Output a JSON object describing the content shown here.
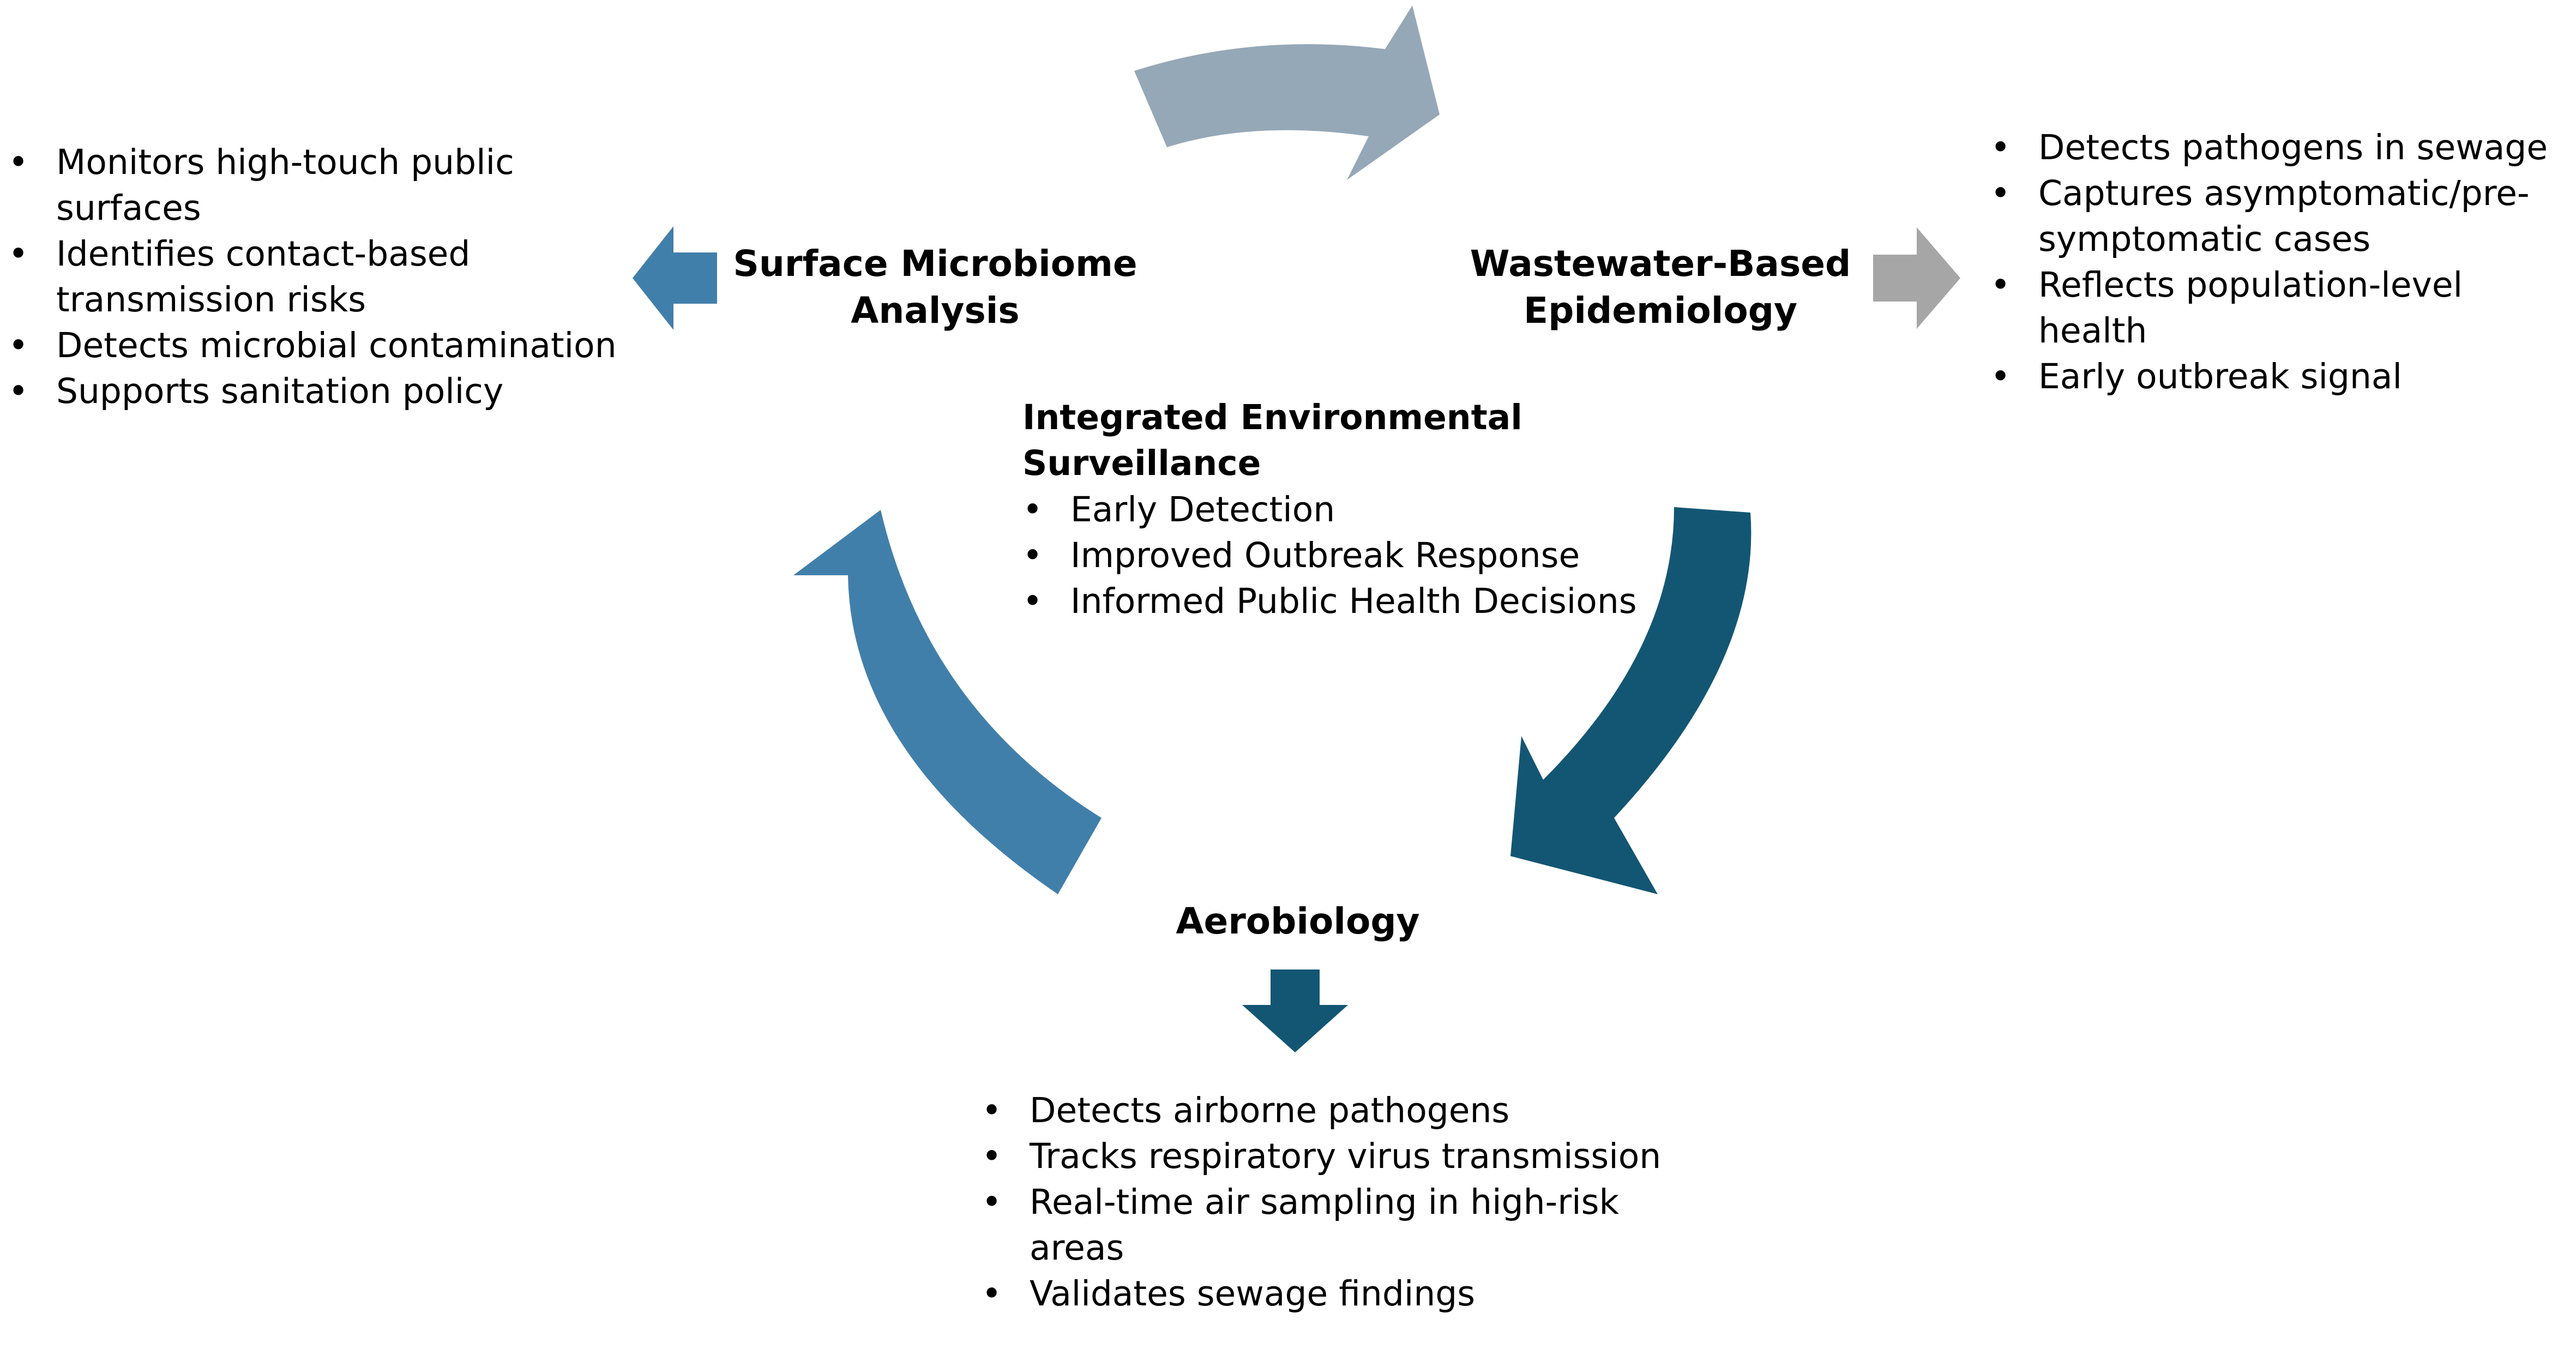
{
  "center": {
    "title": "Integrated Environmental Surveillance",
    "bullets": [
      "Early Detection",
      "Improved Outbreak Response",
      "Informed Public Health Decisions"
    ]
  },
  "nodes": {
    "surface": {
      "title": "Surface Microbiome Analysis",
      "bullets": [
        "Monitors high-touch public surfaces",
        "Identifies contact-based transmission risks",
        "Detects microbial contamination",
        "Supports sanitation policy"
      ]
    },
    "wastewater": {
      "title": "Wastewater-Based Epidemiology",
      "bullets": [
        "Detects pathogens in sewage",
        "Captures asymptomatic/pre-symptomatic cases",
        "Reflects population-level health",
        "Early outbreak signal"
      ]
    },
    "aerobiology": {
      "title": "Aerobiology",
      "bullets": [
        "Detects airborne pathogens",
        "Tracks respiratory virus transmission",
        "Real-time air sampling in high-risk areas",
        "Validates sewage findings"
      ]
    }
  },
  "colors": {
    "cycle_top": "#95a8b8",
    "cycle_right": "#135673",
    "cycle_left": "#417fab",
    "pointer_surface": "#417fab",
    "pointer_wastewater": "#a6a6a6",
    "pointer_aerobiology": "#135673"
  }
}
